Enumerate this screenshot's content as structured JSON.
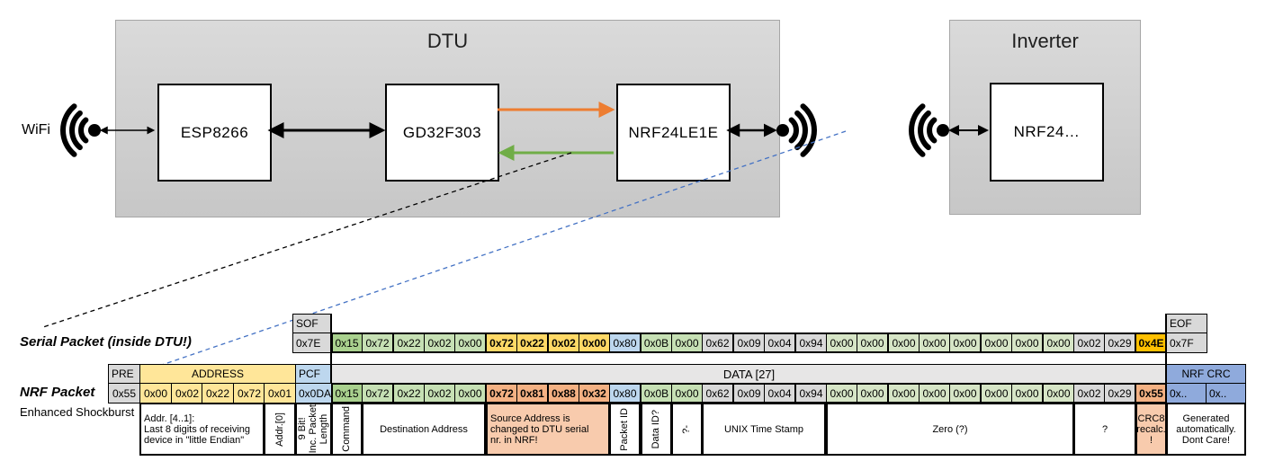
{
  "palette": {
    "gray": "#d9d9d9",
    "yellow": "#ffe699",
    "blue_pale": "#bdd7ee",
    "blue_mid": "#8faadc",
    "green_dark": "#a9d18e",
    "green": "#c6e0b4",
    "pale": "#d6e5c6",
    "gold": "#ffd966",
    "amber": "#ffc000",
    "salmon": "#f4b183",
    "salmon_pale": "#f8cbad",
    "header_data": "#e7e6e6",
    "accent_orange": "#ed7d31",
    "accent_green": "#70ad47",
    "accent_blue_dashed": "#4472c4"
  },
  "diagram": {
    "wifi_label": "WiFi",
    "dtu": {
      "title": "DTU",
      "chips": [
        "ESP8266",
        "GD32F303",
        "NRF24LE1E"
      ]
    },
    "inverter": {
      "title": "Inverter",
      "chips": [
        "NRF24…"
      ]
    }
  },
  "serial_packet": {
    "label": "Serial Packet (inside DTU!)",
    "sof_header": "SOF",
    "sof_value": "0x7E",
    "eof_header": "EOF",
    "eof_value": "0x7F",
    "bytes": [
      {
        "v": "0x15",
        "k": "green_dark"
      },
      {
        "v": "0x72",
        "k": "green"
      },
      {
        "v": "0x22",
        "k": "green"
      },
      {
        "v": "0x02",
        "k": "green"
      },
      {
        "v": "0x00",
        "k": "green"
      },
      {
        "v": "0x72",
        "k": "gold",
        "b": true
      },
      {
        "v": "0x22",
        "k": "gold",
        "b": true
      },
      {
        "v": "0x02",
        "k": "gold",
        "b": true
      },
      {
        "v": "0x00",
        "k": "gold",
        "b": true
      },
      {
        "v": "0x80",
        "k": "blue_pale"
      },
      {
        "v": "0x0B",
        "k": "green"
      },
      {
        "v": "0x00",
        "k": "green"
      },
      {
        "v": "0x62",
        "k": "gray"
      },
      {
        "v": "0x09",
        "k": "gray"
      },
      {
        "v": "0x04",
        "k": "gray"
      },
      {
        "v": "0x94",
        "k": "gray"
      },
      {
        "v": "0x00",
        "k": "pale"
      },
      {
        "v": "0x00",
        "k": "pale"
      },
      {
        "v": "0x00",
        "k": "pale"
      },
      {
        "v": "0x00",
        "k": "pale"
      },
      {
        "v": "0x00",
        "k": "pale"
      },
      {
        "v": "0x00",
        "k": "pale"
      },
      {
        "v": "0x00",
        "k": "pale"
      },
      {
        "v": "0x00",
        "k": "pale"
      },
      {
        "v": "0x02",
        "k": "gray"
      },
      {
        "v": "0x29",
        "k": "gray"
      },
      {
        "v": "0x4E",
        "k": "amber",
        "b": true
      }
    ]
  },
  "nrf_packet": {
    "label": "NRF Packet",
    "sublabel": "Enhanced Shockburst",
    "pre_header": "PRE",
    "pre_value": "0x55",
    "address_header": "ADDRESS",
    "address_values": [
      "0x00",
      "0x02",
      "0x22",
      "0x72",
      "0x01"
    ],
    "pcf_header": "PCF",
    "pcf_value": "0x0DA",
    "data_header": "DATA [27]",
    "bytes": [
      {
        "v": "0x15",
        "k": "green_dark"
      },
      {
        "v": "0x72",
        "k": "green"
      },
      {
        "v": "0x22",
        "k": "green"
      },
      {
        "v": "0x02",
        "k": "green"
      },
      {
        "v": "0x00",
        "k": "green"
      },
      {
        "v": "0x72",
        "k": "salmon",
        "b": true
      },
      {
        "v": "0x81",
        "k": "salmon",
        "b": true
      },
      {
        "v": "0x88",
        "k": "salmon",
        "b": true
      },
      {
        "v": "0x32",
        "k": "salmon",
        "b": true
      },
      {
        "v": "0x80",
        "k": "blue_pale"
      },
      {
        "v": "0x0B",
        "k": "green"
      },
      {
        "v": "0x00",
        "k": "green"
      },
      {
        "v": "0x62",
        "k": "gray"
      },
      {
        "v": "0x09",
        "k": "gray"
      },
      {
        "v": "0x04",
        "k": "gray"
      },
      {
        "v": "0x94",
        "k": "gray"
      },
      {
        "v": "0x00",
        "k": "pale"
      },
      {
        "v": "0x00",
        "k": "pale"
      },
      {
        "v": "0x00",
        "k": "pale"
      },
      {
        "v": "0x00",
        "k": "pale"
      },
      {
        "v": "0x00",
        "k": "pale"
      },
      {
        "v": "0x00",
        "k": "pale"
      },
      {
        "v": "0x00",
        "k": "pale"
      },
      {
        "v": "0x00",
        "k": "pale"
      },
      {
        "v": "0x02",
        "k": "gray"
      },
      {
        "v": "0x29",
        "k": "gray"
      },
      {
        "v": "0x55",
        "k": "salmon",
        "b": true
      }
    ],
    "crc_header": "NRF CRC",
    "crc_values": [
      "0x..",
      "0x.."
    ]
  },
  "annotations": [
    {
      "text": "Addr. [4..1]:\nLast 8 digits of receiving\ndevice in \"little Endian\"",
      "rotated": false,
      "salmon": false,
      "align": "left"
    },
    {
      "text": "Addr.[0]",
      "rotated": true,
      "salmon": false,
      "align": "center"
    },
    {
      "text": "9 Bit!\nInc. Packet\nLength",
      "rotated": true,
      "salmon": false,
      "align": "center"
    },
    {
      "text": "Command",
      "rotated": true,
      "salmon": false,
      "align": "center"
    },
    {
      "text": "Destination Address",
      "rotated": false,
      "salmon": false,
      "align": "center"
    },
    {
      "text": "Source Address is\nchanged to DTU serial\nnr. in NRF!",
      "rotated": false,
      "salmon": true,
      "align": "left"
    },
    {
      "text": "Packet ID",
      "rotated": true,
      "salmon": false,
      "align": "center"
    },
    {
      "text": "Data ID?",
      "rotated": true,
      "salmon": false,
      "align": "center"
    },
    {
      "text": "?-",
      "rotated": true,
      "salmon": false,
      "align": "center"
    },
    {
      "text": "UNIX Time Stamp",
      "rotated": false,
      "salmon": false,
      "align": "center"
    },
    {
      "text": "Zero (?)",
      "rotated": false,
      "salmon": false,
      "align": "center"
    },
    {
      "text": "?",
      "rotated": false,
      "salmon": false,
      "align": "center"
    },
    {
      "text": "CRC8\nrecalc.\n!",
      "rotated": false,
      "salmon": true,
      "align": "center"
    },
    {
      "text": "Generated\nautomatically.\nDont Care!",
      "rotated": false,
      "salmon": false,
      "align": "center"
    }
  ]
}
